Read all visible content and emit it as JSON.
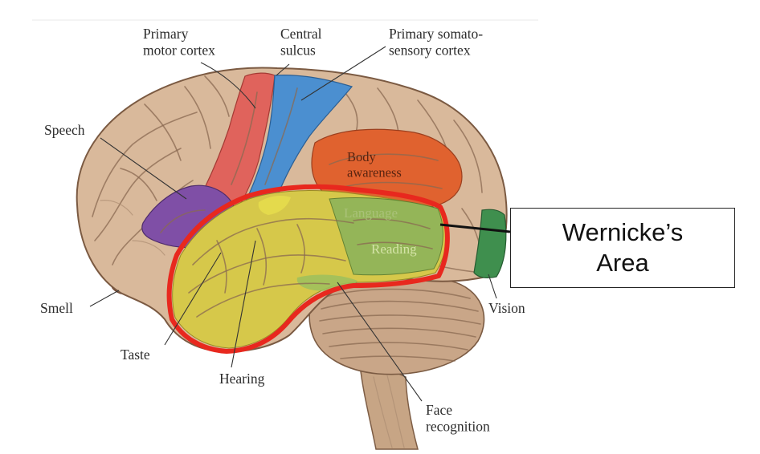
{
  "labels": {
    "primary_motor_cortex": "Primary\nmotor cortex",
    "central_sulcus": "Central\nsulcus",
    "primary_somatosensory_cortex": "Primary somato-\nsensory cortex",
    "speech": "Speech",
    "body_awareness": "Body\nawareness",
    "language": "Language",
    "reading": "Reading",
    "smell": "Smell",
    "vision": "Vision",
    "taste": "Taste",
    "hearing": "Hearing",
    "face_recognition": "Face\nrecognition"
  },
  "callout": {
    "text": "Wernicke’s\nArea"
  },
  "colors": {
    "cortex": "#d9b99b",
    "motor": "#e0635c",
    "somatosensory": "#4b8fd0",
    "speech": "#7f4fa6",
    "body_awareness": "#e0622f",
    "hearing_taste": "#d6c84a",
    "language_reading": "#8fb45a",
    "vision": "#3f8f4e",
    "outline_highlight": "#e8281e"
  }
}
